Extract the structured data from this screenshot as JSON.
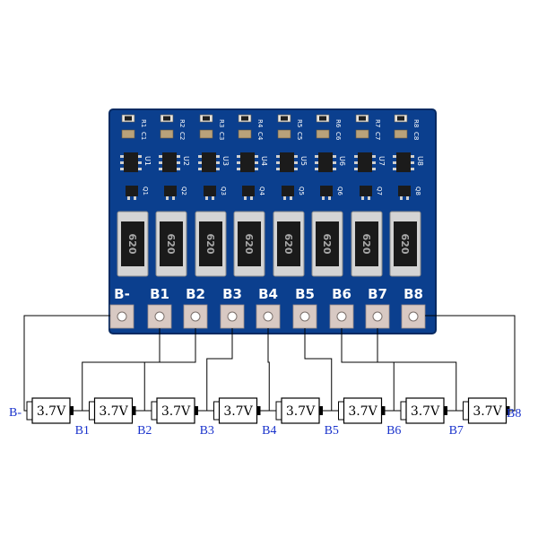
{
  "board": {
    "pcb_color": "#0b3f8e",
    "pad_color": "#d8c9c3",
    "silk_color": "#ffffff",
    "terminals": [
      "B-",
      "B1",
      "B2",
      "B3",
      "B4",
      "B5",
      "B6",
      "B7",
      "B8"
    ],
    "channels": [
      {
        "resistor_marking": "620",
        "ic_label": "U1",
        "top_labels": [
          "R1",
          "C1"
        ],
        "q_label": "Q1"
      },
      {
        "resistor_marking": "620",
        "ic_label": "U2",
        "top_labels": [
          "R2",
          "C2"
        ],
        "q_label": "Q2"
      },
      {
        "resistor_marking": "620",
        "ic_label": "U3",
        "top_labels": [
          "R3",
          "C3"
        ],
        "q_label": "Q3"
      },
      {
        "resistor_marking": "620",
        "ic_label": "U4",
        "top_labels": [
          "R4",
          "C4"
        ],
        "q_label": "Q4"
      },
      {
        "resistor_marking": "620",
        "ic_label": "U5",
        "top_labels": [
          "R5",
          "C5"
        ],
        "q_label": "Q5"
      },
      {
        "resistor_marking": "620",
        "ic_label": "U6",
        "top_labels": [
          "R6",
          "C6"
        ],
        "q_label": "Q6"
      },
      {
        "resistor_marking": "620",
        "ic_label": "U7",
        "top_labels": [
          "R7",
          "C7"
        ],
        "q_label": "Q7"
      },
      {
        "resistor_marking": "620",
        "ic_label": "U8",
        "top_labels": [
          "R8",
          "C8"
        ],
        "q_label": "Q8"
      }
    ]
  },
  "diagram": {
    "cell_voltage": "3.7V",
    "cell_count": 8,
    "terminal_labels": [
      "B-",
      "B1",
      "B2",
      "B3",
      "B4",
      "B5",
      "B6",
      "B7",
      "B8"
    ],
    "terminal_label_color": "#1a33cc"
  }
}
